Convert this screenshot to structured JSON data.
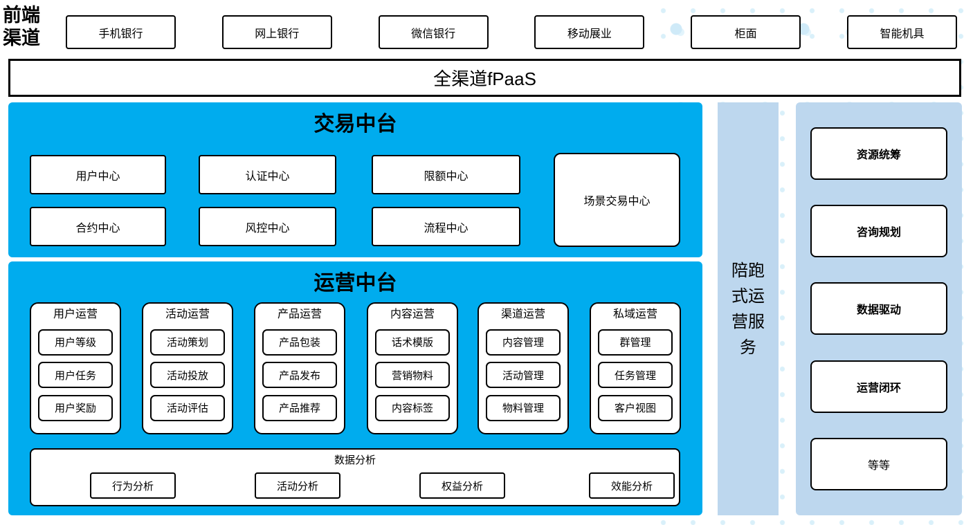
{
  "front_channels": {
    "label": "前端渠道",
    "channels": [
      "手机银行",
      "网上银行",
      "微信银行",
      "移动展业",
      "柜面",
      "智能机具"
    ]
  },
  "fpaas": {
    "label": "全渠道fPaaS"
  },
  "transaction": {
    "title": "交易中台",
    "centers": [
      "用户中心",
      "认证中心",
      "限额中心",
      "合约中心",
      "风控中心",
      "流程中心"
    ],
    "scene_center": "场景交易中心"
  },
  "operation": {
    "title": "运营中台",
    "columns": [
      {
        "header": "用户运营",
        "items": [
          "用户等级",
          "用户任务",
          "用户奖励"
        ]
      },
      {
        "header": "活动运营",
        "items": [
          "活动策划",
          "活动投放",
          "活动评估"
        ]
      },
      {
        "header": "产品运营",
        "items": [
          "产品包装",
          "产品发布",
          "产品推荐"
        ]
      },
      {
        "header": "内容运营",
        "items": [
          "话术模版",
          "营销物料",
          "内容标签"
        ]
      },
      {
        "header": "渠道运营",
        "items": [
          "内容管理",
          "活动管理",
          "物料管理"
        ]
      },
      {
        "header": "私域运营",
        "items": [
          "群管理",
          "任务管理",
          "客户视图"
        ]
      }
    ],
    "data_analysis": {
      "title": "数据分析",
      "items": [
        "行为分析",
        "活动分析",
        "权益分析",
        "效能分析"
      ]
    }
  },
  "companion": {
    "label": "陪跑式运营服务"
  },
  "right_panel": {
    "items": [
      "资源统筹",
      "咨询规划",
      "数据驱动",
      "运营闭环",
      "等等"
    ]
  },
  "colors": {
    "platform_cyan": "#00ACEE",
    "panel_light_blue": "#BDD7EE",
    "dot_blue": "#D9F0FA",
    "box_border": "#000000",
    "box_fill": "#FFFFFF"
  }
}
